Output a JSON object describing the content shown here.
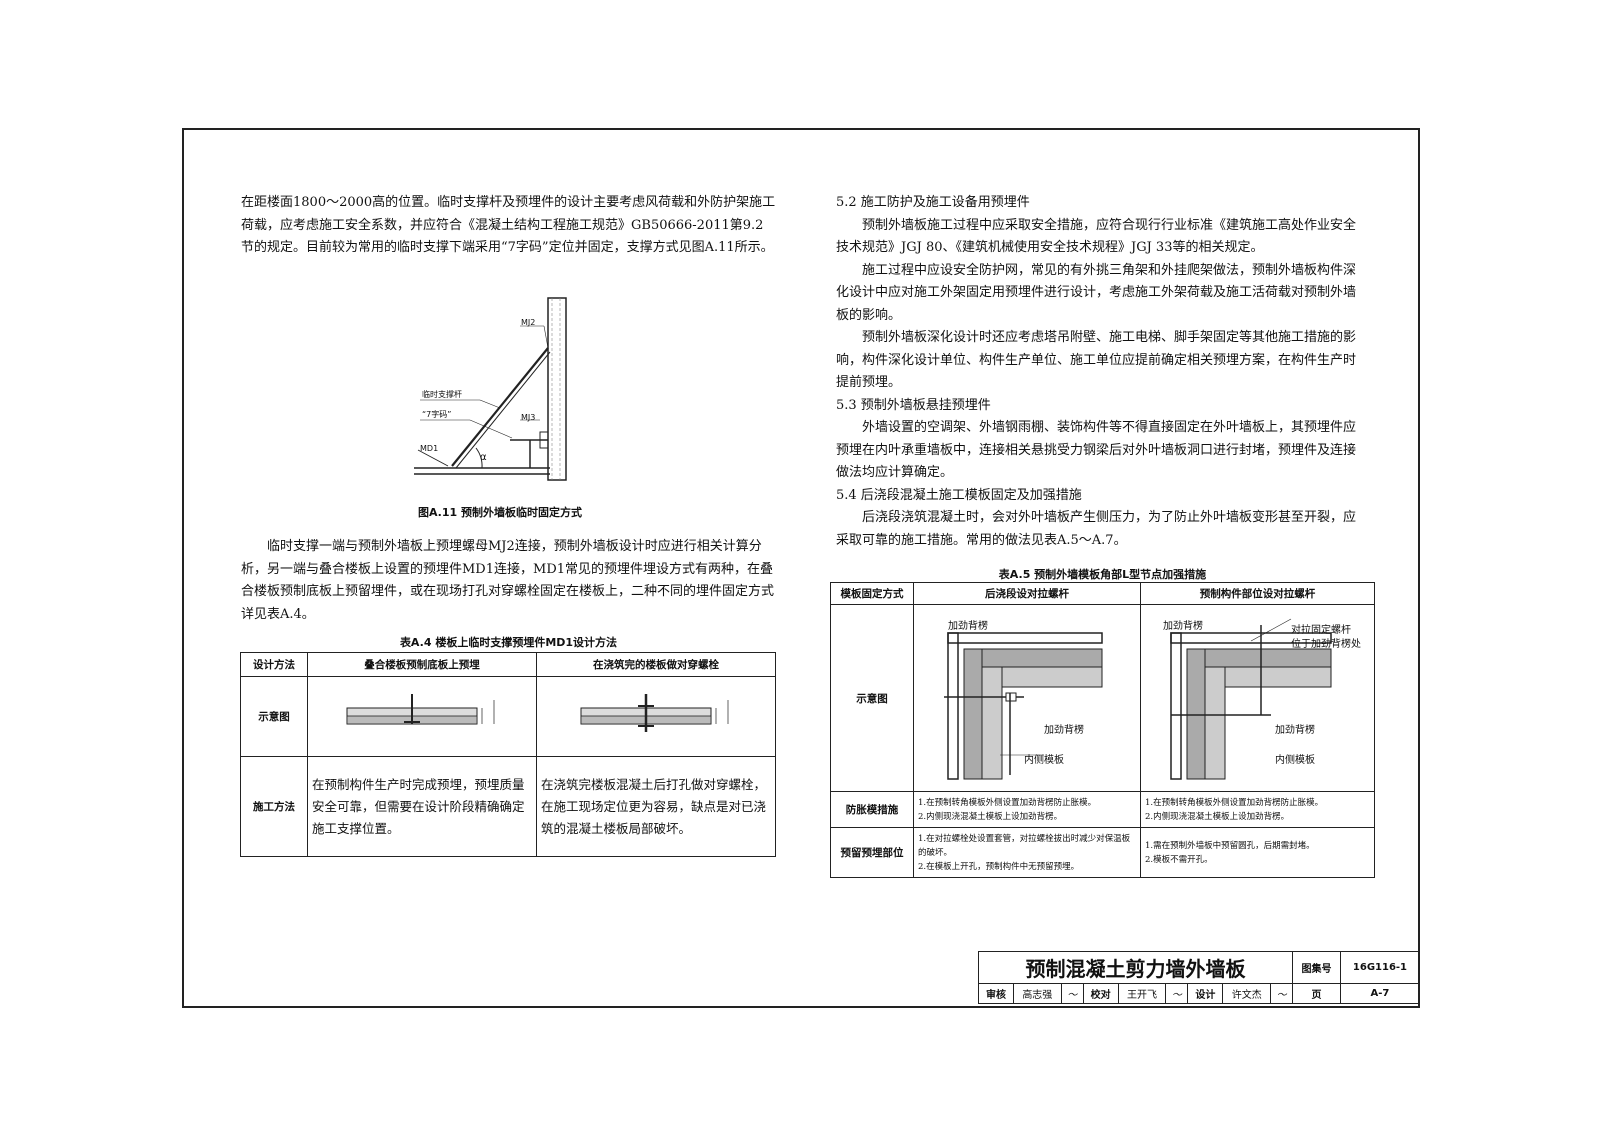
{
  "left": {
    "para1": "在距楼面1800～2000高的位置。临时支撑杆及预埋件的设计主要考虑风荷载和外防护架施工荷载，应考虑施工安全系数，并应符合《混凝土结构工程施工规范》GB50666-2011第9.2节的规定。目前较为常用的临时支撑下端采用“7字码”定位并固定，支撑方式见图A.11所示。",
    "figure": {
      "caption": "图A.11  预制外墙板临时固定方式",
      "labels": {
        "mj2": "MJ2",
        "brace": "临时支撑杆",
        "seven": "“7字码”",
        "mj3": "MJ3",
        "md1": "MD1",
        "alpha": "α"
      }
    },
    "para2": "临时支撑一端与预制外墙板上预埋螺母MJ2连接，预制外墙板设计时应进行相关计算分析，另一端与叠合楼板上设置的预埋件MD1连接，MD1常见的预埋件埋设方式有两种，在叠合楼板预制底板上预留埋件，或在现场打孔对穿螺栓固定在楼板上，二种不同的埋件固定方式详见表A.4。",
    "table": {
      "caption": "表A.4  楼板上临时支撑预埋件MD1设计方法",
      "headers": [
        "设计方法",
        "叠合楼板预制底板上预埋",
        "在浇筑完的楼板做对穿螺栓"
      ],
      "row1_label": "示意图",
      "row2_label": "施工方法",
      "row2_col1": "在预制构件生产时完成预埋，预埋质量安全可靠，但需要在设计阶段精确确定施工支撑位置。",
      "row2_col2": "在浇筑完楼板混凝土后打孔做对穿螺栓，在施工现场定位更为容易，缺点是对已浇筑的混凝土楼板局部破坏。"
    }
  },
  "right": {
    "h52": "5.2  施工防护及施工设备用预埋件",
    "p1": "预制外墙板施工过程中应采取安全措施，应符合现行行业标准《建筑施工高处作业安全技术规范》JGJ 80、《建筑机械使用安全技术规程》JGJ 33等的相关规定。",
    "p2": "施工过程中应设安全防护网，常见的有外挑三角架和外挂爬架做法，预制外墙板构件深化设计中应对施工外架固定用预埋件进行设计，考虑施工外架荷载及施工活荷载对预制外墙板的影响。",
    "p3": "预制外墙板深化设计时还应考虑塔吊附壁、施工电梯、脚手架固定等其他施工措施的影响，构件深化设计单位、构件生产单位、施工单位应提前确定相关预埋方案，在构件生产时提前预埋。",
    "h53": "5.3  预制外墙板悬挂预埋件",
    "p4": "外墙设置的空调架、外墙钢雨棚、装饰构件等不得直接固定在外叶墙板上，其预埋件应预埋在内叶承重墙板中，连接相关悬挑受力钢梁后对外叶墙板洞口进行封堵，预埋件及连接做法均应计算确定。",
    "h54": "5.4  后浇段混凝土施工模板固定及加强措施",
    "p5": "后浇段浇筑混凝土时，会对外叶墙板产生侧压力，为了防止外叶墙板变形甚至开裂，应采取可靠的施工措施。常用的做法见表A.5～A.7。",
    "table": {
      "caption": "表A.5  预制外墙模板角部L型节点加强措施",
      "headers": [
        "模板固定方式",
        "后浇段设对拉螺杆",
        "预制构件部位设对拉螺杆"
      ],
      "row1_label": "示意图",
      "fig1_labels": {
        "a": "加劲背楞",
        "b": "加劲背楞",
        "c": "内侧模板"
      },
      "fig2_labels": {
        "a": "加劲背楞",
        "b": "对拉固定螺杆",
        "c": "位于加劲背楞处",
        "d": "加劲背楞",
        "e": "内侧模板"
      },
      "row2_label": "防胀模措施",
      "row2_col1": [
        "1.在预制转角模板外侧设置加劲背楞防止胀模。",
        "2.内侧现浇混凝土模板上设加劲背楞。"
      ],
      "row2_col2": [
        "1.在预制转角模板外侧设置加劲背楞防止胀模。",
        "2.内侧现浇混凝土模板上设加劲背楞。"
      ],
      "row3_label": "预留预埋部位",
      "row3_col1": [
        "1.在对拉螺栓处设置套管，对拉螺栓拔出时减少对保温板的破坏。",
        "2.在模板上开孔，预制构件中无预留预埋。"
      ],
      "row3_col2": [
        "1.需在预制外墙板中预留圆孔，后期需封堵。",
        "2.模板不需开孔。"
      ]
    }
  },
  "titleblock": {
    "title": "预制混凝土剪力墙外墙板",
    "atlas_label": "图集号",
    "atlas_no": "16G116-1",
    "review_label": "审核",
    "reviewer": "高志强",
    "check_label": "校对",
    "checker": "王开飞",
    "design_label": "设计",
    "designer": "许文杰",
    "page_label": "页",
    "page_no": "A-7"
  }
}
